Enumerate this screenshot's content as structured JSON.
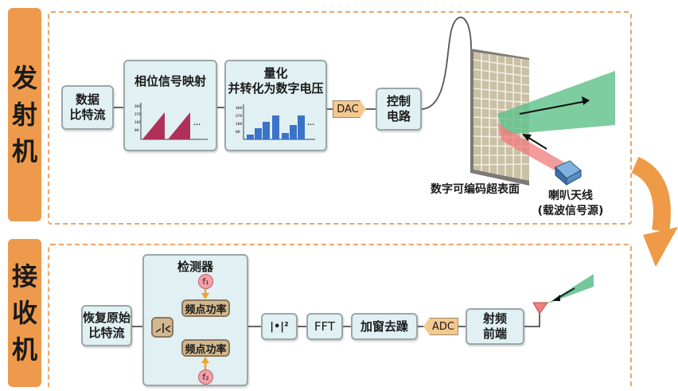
{
  "transmitter": {
    "side_label": [
      "发",
      "射",
      "机"
    ],
    "data_bits": "数据\n比特流",
    "phase_mapping": "相位信号映射",
    "quantize": "量化\n并转化为数字电压",
    "dac": "DAC",
    "control": "控制\n电路",
    "metasurface": "数字可编码超表面",
    "horn": "喇叭天线\n(载波信号源)"
  },
  "receiver": {
    "side_label": [
      "接",
      "收",
      "机"
    ],
    "restore": "恢复原始\n比特流",
    "detector": "检测器",
    "freq_power_1": "频点功率",
    "freq_power_2": "频点功率",
    "f1": "f₁",
    "f2": "f₂",
    "abs_square": "|•|²",
    "fft": "FFT",
    "window": "加窗去躁",
    "adc": "ADC",
    "rf_front": "射频\n前端"
  },
  "colors": {
    "side": "#ee9a4d",
    "dashed_border": "#f0a468",
    "box_fill": "#e1f0f2",
    "beam_green": "#5cc08a",
    "beam_red": "#f07a7a",
    "bar_blue": "#3b73c8",
    "sawtooth": "#b0305a"
  }
}
